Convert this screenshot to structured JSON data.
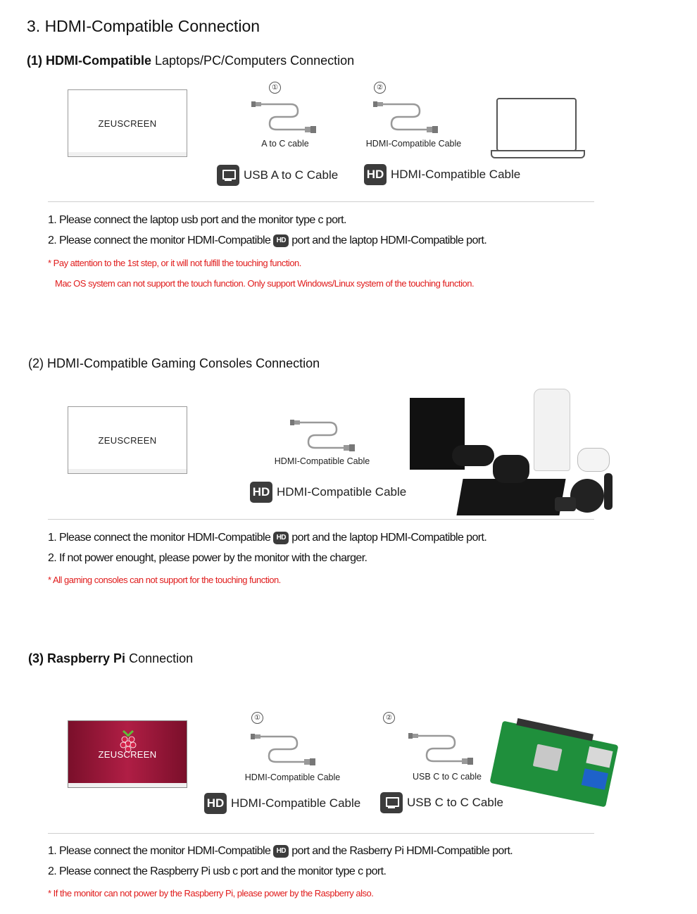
{
  "title": "3. HDMI-Compatible Connection",
  "section1": {
    "heading_bold": "(1) HDMI-Compatible",
    "heading_rest": " Laptops/PC/Computers Connection",
    "monitor_brand": "ZEUSCREEN",
    "step1_num": "①",
    "step2_num": "②",
    "cable1_label": "A to C cable",
    "cable2_label": "HDMI-Compatible Cable",
    "legend_usb": "USB A to C Cable",
    "legend_hd_badge": "HD",
    "legend_hdmi": "HDMI-Compatible Cable",
    "step_1": "1. Please connect the laptop usb port and the monitor type c port.",
    "step_2a": "2. Please connect the monitor HDMI-Compatible",
    "step_2b": "port and the laptop HDMI-Compatible port.",
    "note_1": "* Pay  attention to the 1st step, or it will not fulfill the touching function.",
    "note_2": "Mac OS system can not support the touch function. Only support Windows/Linux system of the touching function."
  },
  "section2": {
    "heading": "(2) HDMI-Compatible Gaming Consoles Connection",
    "monitor_brand": "ZEUSCREEN",
    "cable_label": "HDMI-Compatible Cable",
    "legend_hd_badge": "HD",
    "legend_hdmi": "HDMI-Compatible Cable",
    "step_1a": "1. Please connect the monitor HDMI-Compatible",
    "step_1b": "port and the laptop HDMI-Compatible port.",
    "step_2": "2. If not power enought, please power by the monitor with the charger.",
    "note_1": "* All gaming consoles can not support for the touching function."
  },
  "section3": {
    "heading_bold": "(3) Raspberry Pi",
    "heading_rest": " Connection",
    "monitor_brand": "ZEUSCREEN",
    "step1_num": "①",
    "step2_num": "②",
    "cable1_label": "HDMI-Compatible Cable",
    "cable2_label": "USB C to C cable",
    "legend_hd_badge": "HD",
    "legend_hdmi": "HDMI-Compatible Cable",
    "legend_usb": "USB C to C Cable",
    "step_1a": "1. Please connect the monitor HDMI-Compatible",
    "step_1b": "port and the Rasberry Pi HDMI-Compatible port.",
    "step_2": "2. Please connect the Raspberry Pi usb c port and the monitor type c port.",
    "note_1": "* If the monitor can not power by the Raspberry Pi, please power by the Raspberry also."
  },
  "colors": {
    "badge": "#3c3c3c",
    "note_red": "#e01b1b",
    "pi_screen": "#b01e45"
  }
}
